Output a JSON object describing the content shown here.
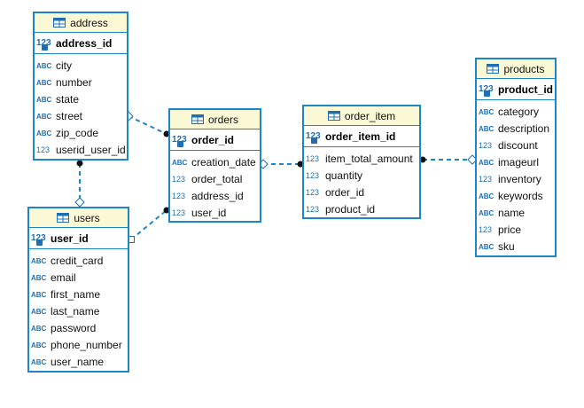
{
  "entities": {
    "address": {
      "title": "address",
      "pk": {
        "type": "123",
        "name": "address_id"
      },
      "fields": [
        {
          "type": "ABC",
          "name": "city"
        },
        {
          "type": "ABC",
          "name": "number"
        },
        {
          "type": "ABC",
          "name": "state"
        },
        {
          "type": "ABC",
          "name": "street"
        },
        {
          "type": "ABC",
          "name": "zip_code"
        },
        {
          "type": "123",
          "name": "userid_user_id"
        }
      ]
    },
    "users": {
      "title": "users",
      "pk": {
        "type": "123",
        "name": "user_id"
      },
      "fields": [
        {
          "type": "ABC",
          "name": "credit_card"
        },
        {
          "type": "ABC",
          "name": "email"
        },
        {
          "type": "ABC",
          "name": "first_name"
        },
        {
          "type": "ABC",
          "name": "last_name"
        },
        {
          "type": "ABC",
          "name": "password"
        },
        {
          "type": "ABC",
          "name": "phone_number"
        },
        {
          "type": "ABC",
          "name": "user_name"
        }
      ]
    },
    "orders": {
      "title": "orders",
      "pk": {
        "type": "123",
        "name": "order_id"
      },
      "fields": [
        {
          "type": "ABC",
          "name": "creation_date"
        },
        {
          "type": "123",
          "name": "order_total"
        },
        {
          "type": "123",
          "name": "address_id"
        },
        {
          "type": "123",
          "name": "user_id"
        }
      ]
    },
    "order_item": {
      "title": "order_item",
      "pk": {
        "type": "123",
        "name": "order_item_id"
      },
      "fields": [
        {
          "type": "123",
          "name": "item_total_amount"
        },
        {
          "type": "123",
          "name": "quantity"
        },
        {
          "type": "123",
          "name": "order_id"
        },
        {
          "type": "123",
          "name": "product_id"
        }
      ]
    },
    "products": {
      "title": "products",
      "pk": {
        "type": "123",
        "name": "product_id"
      },
      "fields": [
        {
          "type": "ABC",
          "name": "category"
        },
        {
          "type": "ABC",
          "name": "description"
        },
        {
          "type": "123",
          "name": "discount"
        },
        {
          "type": "ABC",
          "name": "imageurl"
        },
        {
          "type": "123",
          "name": "inventory"
        },
        {
          "type": "ABC",
          "name": "keywords"
        },
        {
          "type": "ABC",
          "name": "name"
        },
        {
          "type": "123",
          "name": "price"
        },
        {
          "type": "ABC",
          "name": "sku"
        }
      ]
    }
  },
  "relationships": [
    {
      "name": "address-orders",
      "from": "address",
      "to": "orders"
    },
    {
      "name": "address-users",
      "from": "address",
      "to": "users"
    },
    {
      "name": "users-orders",
      "from": "users",
      "to": "orders"
    },
    {
      "name": "orders-order_item",
      "from": "orders",
      "to": "order_item"
    },
    {
      "name": "order_item-products",
      "from": "order_item",
      "to": "products"
    }
  ],
  "colors": {
    "border": "#1f86c6",
    "header_background": "#fbf8d5",
    "icon": "#1f6fb0",
    "link": "#1f86c6"
  }
}
